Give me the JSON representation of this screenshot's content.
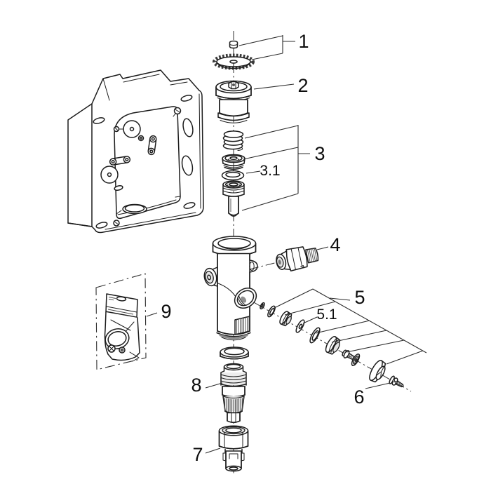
{
  "diagram": {
    "type": "exploded-parts-diagram",
    "background": "#ffffff",
    "line_color": "#1c1c1c",
    "labels": [
      {
        "id": "part-1",
        "text": "1"
      },
      {
        "id": "part-2",
        "text": "2"
      },
      {
        "id": "part-3",
        "text": "3"
      },
      {
        "id": "part-3-1",
        "text": "3.1"
      },
      {
        "id": "part-4",
        "text": "4"
      },
      {
        "id": "part-5",
        "text": "5"
      },
      {
        "id": "part-5-1",
        "text": "5.1"
      },
      {
        "id": "part-6",
        "text": "6"
      },
      {
        "id": "part-7",
        "text": "7"
      },
      {
        "id": "part-8",
        "text": "8"
      },
      {
        "id": "part-9",
        "text": "9"
      }
    ]
  }
}
